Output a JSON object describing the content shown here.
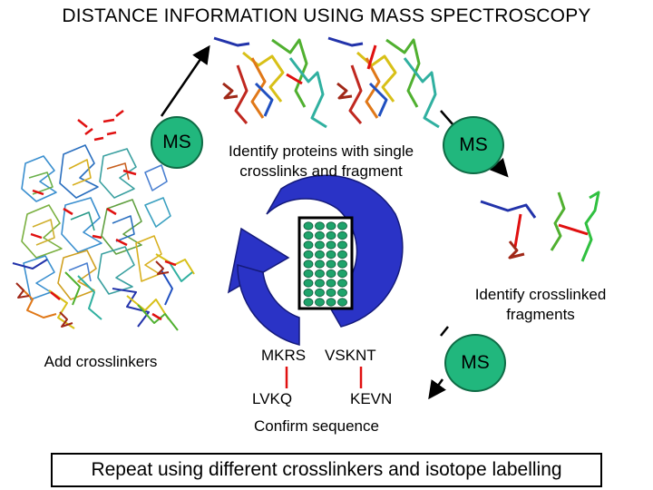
{
  "title": "DISTANCE INFORMATION USING MASS SPECTROSCOPY",
  "ms_label": "MS",
  "identify_single": "Identify proteins with single crosslinks and fragment",
  "identify_crosslinked": "Identify crosslinked fragments",
  "add_crosslinkers": "Add crosslinkers",
  "sequences": {
    "seq1": "MKRS",
    "seq2": "VSKNT",
    "seq3": "LVKQ",
    "seq4": "KEVN",
    "confirm": "Confirm sequence"
  },
  "bottom_text": "Repeat using different crosslinkers and isotope labelling",
  "colors": {
    "ms_fill": "#21b77d",
    "cycle_arrow": "#2a33c6",
    "crosslink_red": "#e01010",
    "plate_well": "#1fa36b"
  }
}
